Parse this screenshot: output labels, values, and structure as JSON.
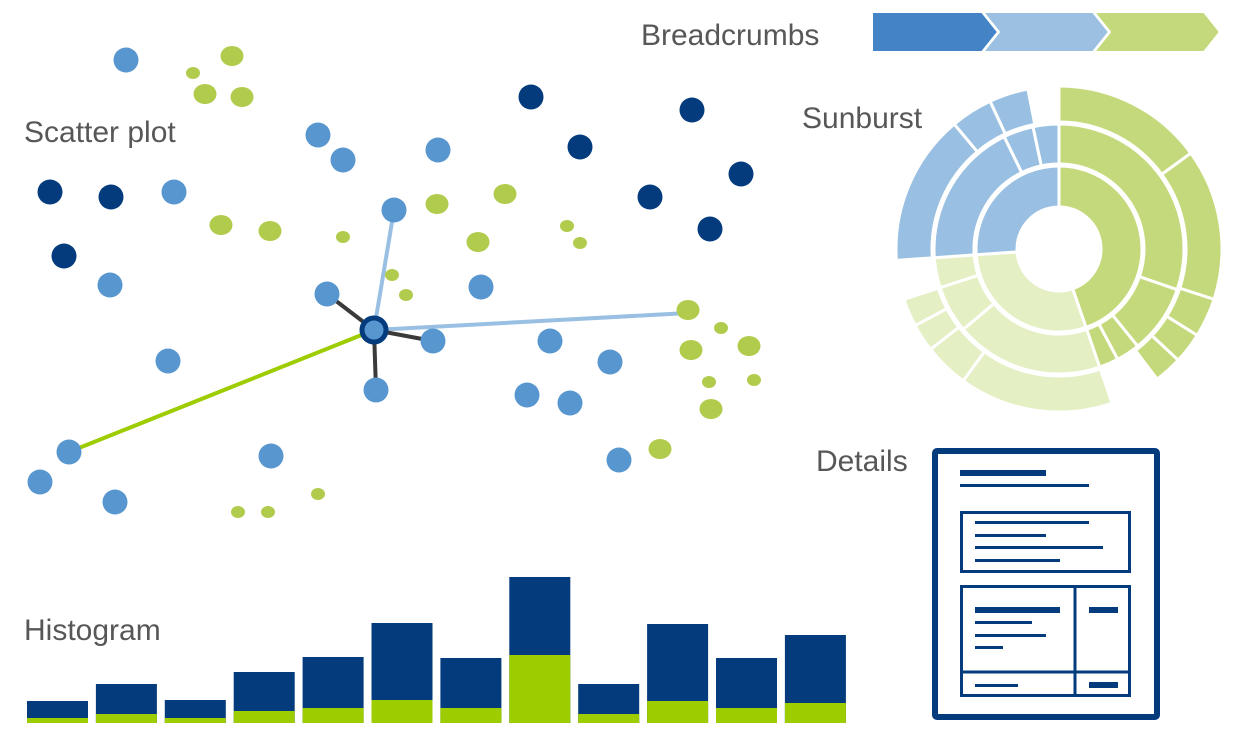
{
  "labels": {
    "breadcrumbs": "Breadcrumbs",
    "scatter": "Scatter plot",
    "sunburst": "Sunburst",
    "details": "Details",
    "histogram": "Histogram"
  },
  "colors": {
    "navy": "#033b7d",
    "blue": "#5896cf",
    "light_blue": "#99c0e2",
    "green": "#c4d97b",
    "pale_green": "#e4efc4",
    "lime": "#9dcc00",
    "dot_green": "#b1cc4d",
    "crumb1": "#4484c6",
    "crumb2": "#9bc0e2",
    "crumb3": "#c4d97b",
    "text": "#575757"
  },
  "breadcrumbs": {
    "steps": 3
  },
  "histogram": {
    "totals": [
      22,
      39,
      23,
      51,
      66,
      100,
      65,
      146,
      39,
      99,
      65,
      88
    ],
    "highlighted": [
      5,
      9,
      5,
      12,
      15,
      23,
      15,
      68,
      9,
      22,
      15,
      20
    ]
  },
  "sunburst": {
    "levels": [
      [
        {
          "share": 161,
          "group": "green"
        },
        {
          "share": 105,
          "group": "pale"
        },
        {
          "share": 94,
          "group": "blue"
        }
      ],
      [
        {
          "share": 109,
          "group": "green"
        },
        {
          "share": 32,
          "group": "green"
        },
        {
          "share": 11,
          "group": "green"
        },
        {
          "share": 9,
          "group": "green"
        },
        {
          "share": 69,
          "group": "pale"
        },
        {
          "share": 22,
          "group": "pale"
        },
        {
          "share": 14,
          "group": "pale"
        },
        {
          "share": 68,
          "group": "blue"
        },
        {
          "share": 14,
          "group": "blue"
        },
        {
          "share": 12,
          "group": "blue"
        }
      ],
      [
        {
          "share": 54,
          "group": "green"
        },
        {
          "share": 54,
          "group": "green"
        },
        {
          "share": 14,
          "group": "green"
        },
        {
          "share": 11,
          "group": "green"
        },
        {
          "share": 10,
          "group": "green"
        },
        {
          "share": 18,
          "group": null
        },
        {
          "share": 55,
          "group": "pale"
        },
        {
          "share": 16,
          "group": "pale"
        },
        {
          "share": 10,
          "group": "pale"
        },
        {
          "share": 10,
          "group": "pale"
        },
        {
          "share": 14,
          "group": null
        },
        {
          "share": 54,
          "group": "blue"
        },
        {
          "share": 15,
          "group": "blue"
        },
        {
          "share": 14,
          "group": "blue"
        },
        {
          "share": 11,
          "group": null
        }
      ]
    ]
  }
}
